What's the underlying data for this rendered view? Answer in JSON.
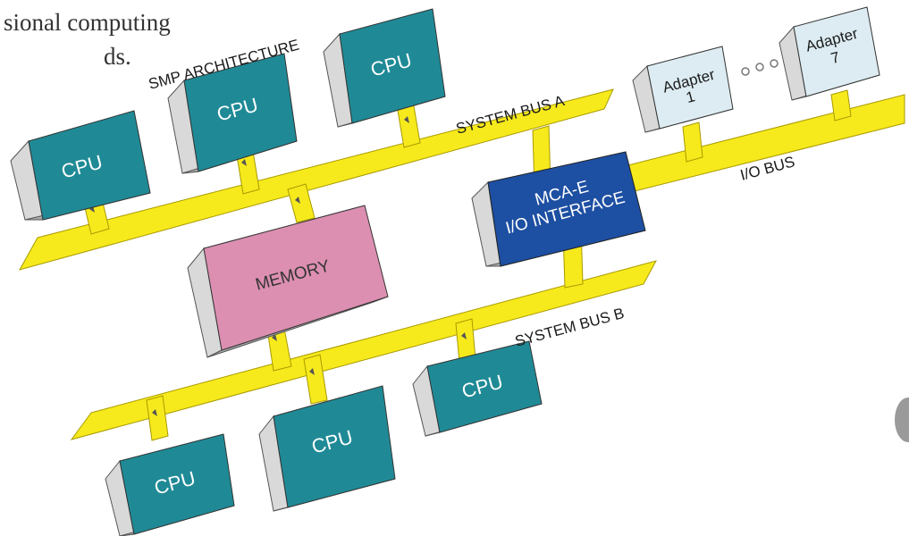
{
  "page_text": {
    "line1": "sional computing",
    "line2": "ds."
  },
  "diagram": {
    "title": "SMP ARCHITECTURE",
    "buses": {
      "system_bus_a": "SYSTEM BUS A",
      "system_bus_b": "SYSTEM BUS B",
      "io_bus": "I/O BUS"
    },
    "boxes": {
      "cpu_a1": "CPU",
      "cpu_a2": "CPU",
      "cpu_a3": "CPU",
      "memory": "MEMORY",
      "interface_line1": "MCA-E",
      "interface_line2": "I/O INTERFACE",
      "adapter1_line1": "Adapter",
      "adapter1_line2": "1",
      "adapter7_line1": "Adapter",
      "adapter7_line2": "7",
      "cpu_b1": "CPU",
      "cpu_b2": "CPU",
      "cpu_b3": "CPU"
    },
    "colors": {
      "bus": "#f7ea1c",
      "cpu": "#1f8a96",
      "memory": "#dc8fb1",
      "interface": "#1d4fa2",
      "adapter": "#dcecf2",
      "box_side": "#bdbdbd"
    }
  }
}
